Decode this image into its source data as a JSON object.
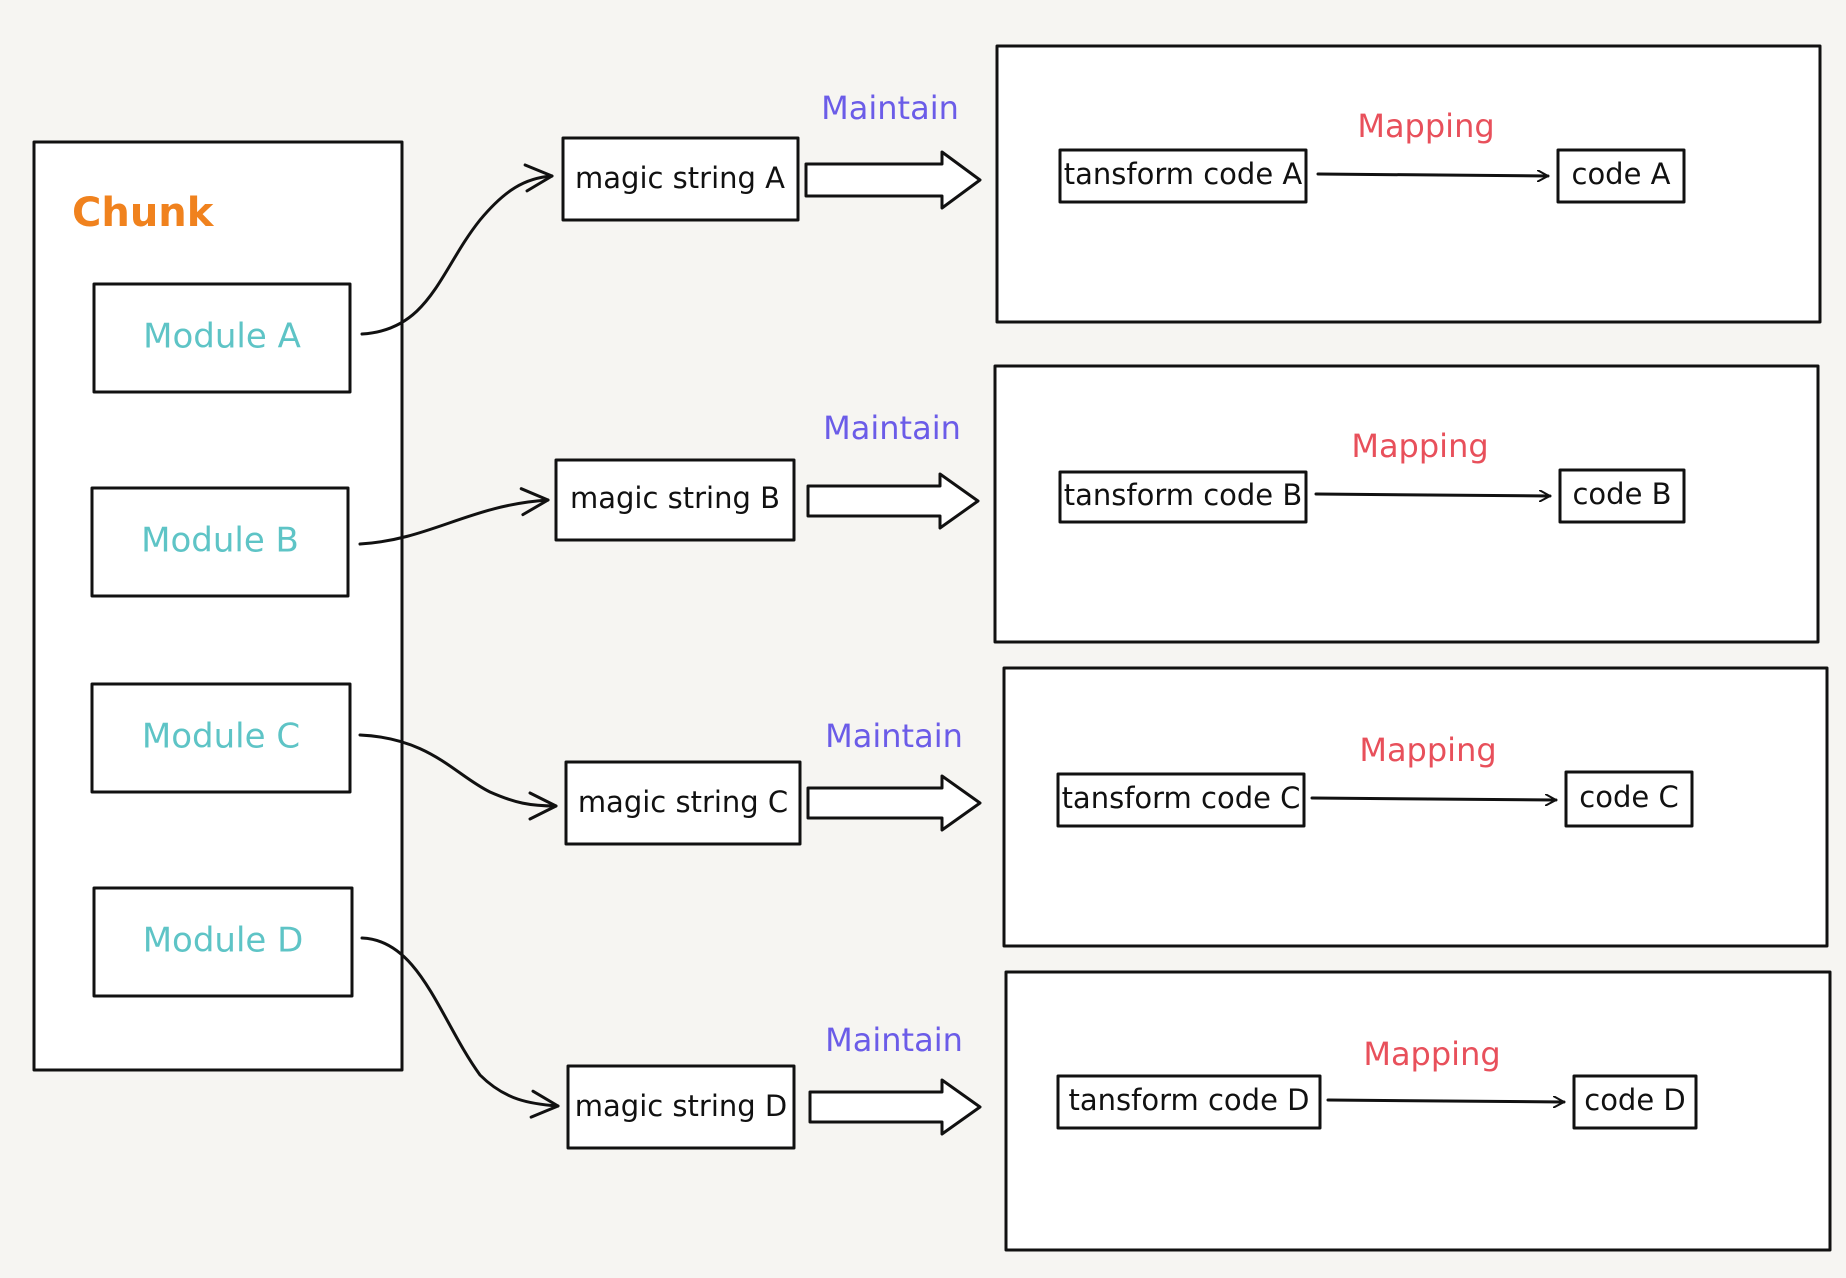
{
  "colors": {
    "background": "#f6f5f2",
    "chunk_title": "#f0821e",
    "module_text": "#5ec4c6",
    "maintain_text": "#6b5ce8",
    "mapping_text": "#e8505b",
    "stroke": "#111111"
  },
  "chunk": {
    "title": "Chunk",
    "modules": [
      "Module A",
      "Module B",
      "Module C",
      "Module D"
    ]
  },
  "rows": [
    {
      "magic_string": "magic string A",
      "maintain_label": "Maintain",
      "transform_code": "tansform code A",
      "mapping_label": "Mapping",
      "code": "code A"
    },
    {
      "magic_string": "magic string B",
      "maintain_label": "Maintain",
      "transform_code": "tansform code B",
      "mapping_label": "Mapping",
      "code": "code B"
    },
    {
      "magic_string": "magic string C",
      "maintain_label": "Maintain",
      "transform_code": "tansform code C",
      "mapping_label": "Mapping",
      "code": "code C"
    },
    {
      "magic_string": "magic string D",
      "maintain_label": "Maintain",
      "transform_code": "tansform code D",
      "mapping_label": "Mapping",
      "code": "code D"
    }
  ]
}
